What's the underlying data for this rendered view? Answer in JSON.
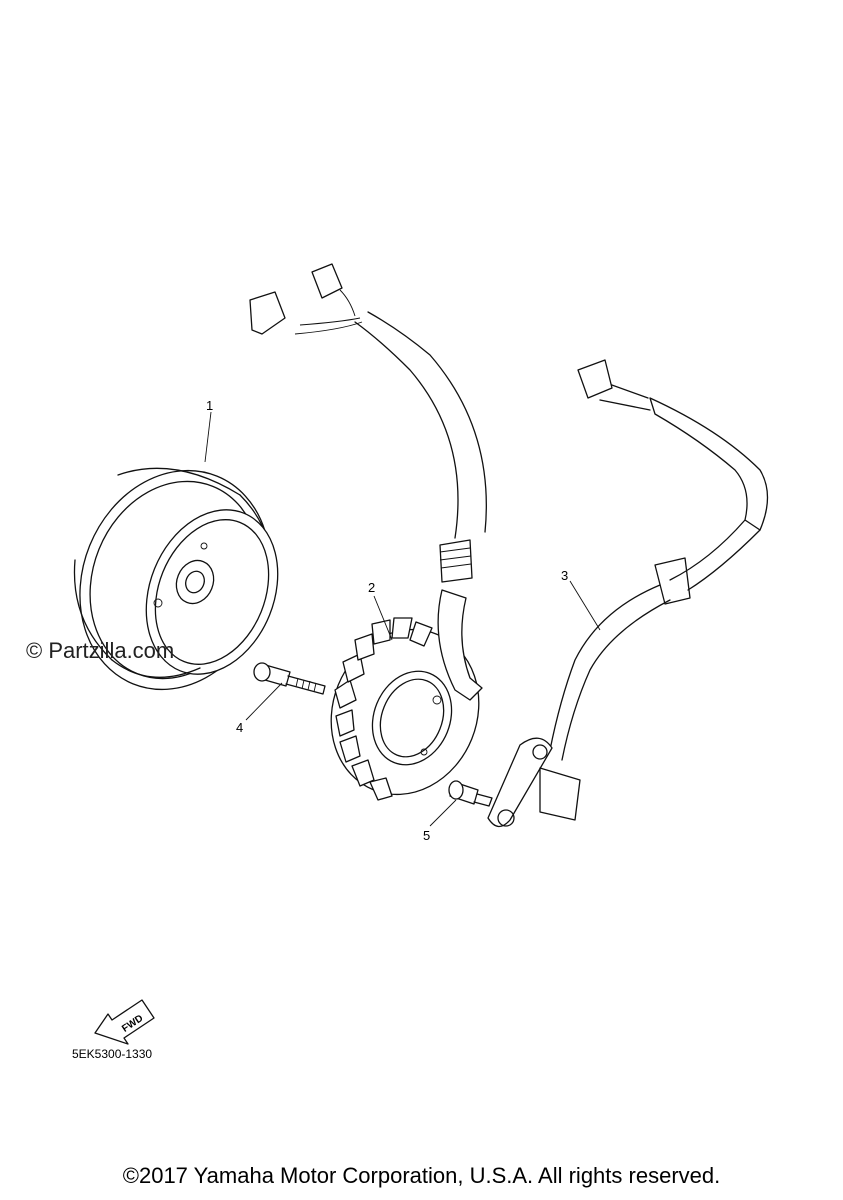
{
  "callouts": [
    "1",
    "2",
    "3",
    "4",
    "5"
  ],
  "watermark": "© Partzilla.com",
  "fwd_label": "FWD",
  "diagram_code": "5EK5300-1330",
  "copyright": "©2017 Yamaha Motor Corporation, U.S.A. All rights reserved."
}
